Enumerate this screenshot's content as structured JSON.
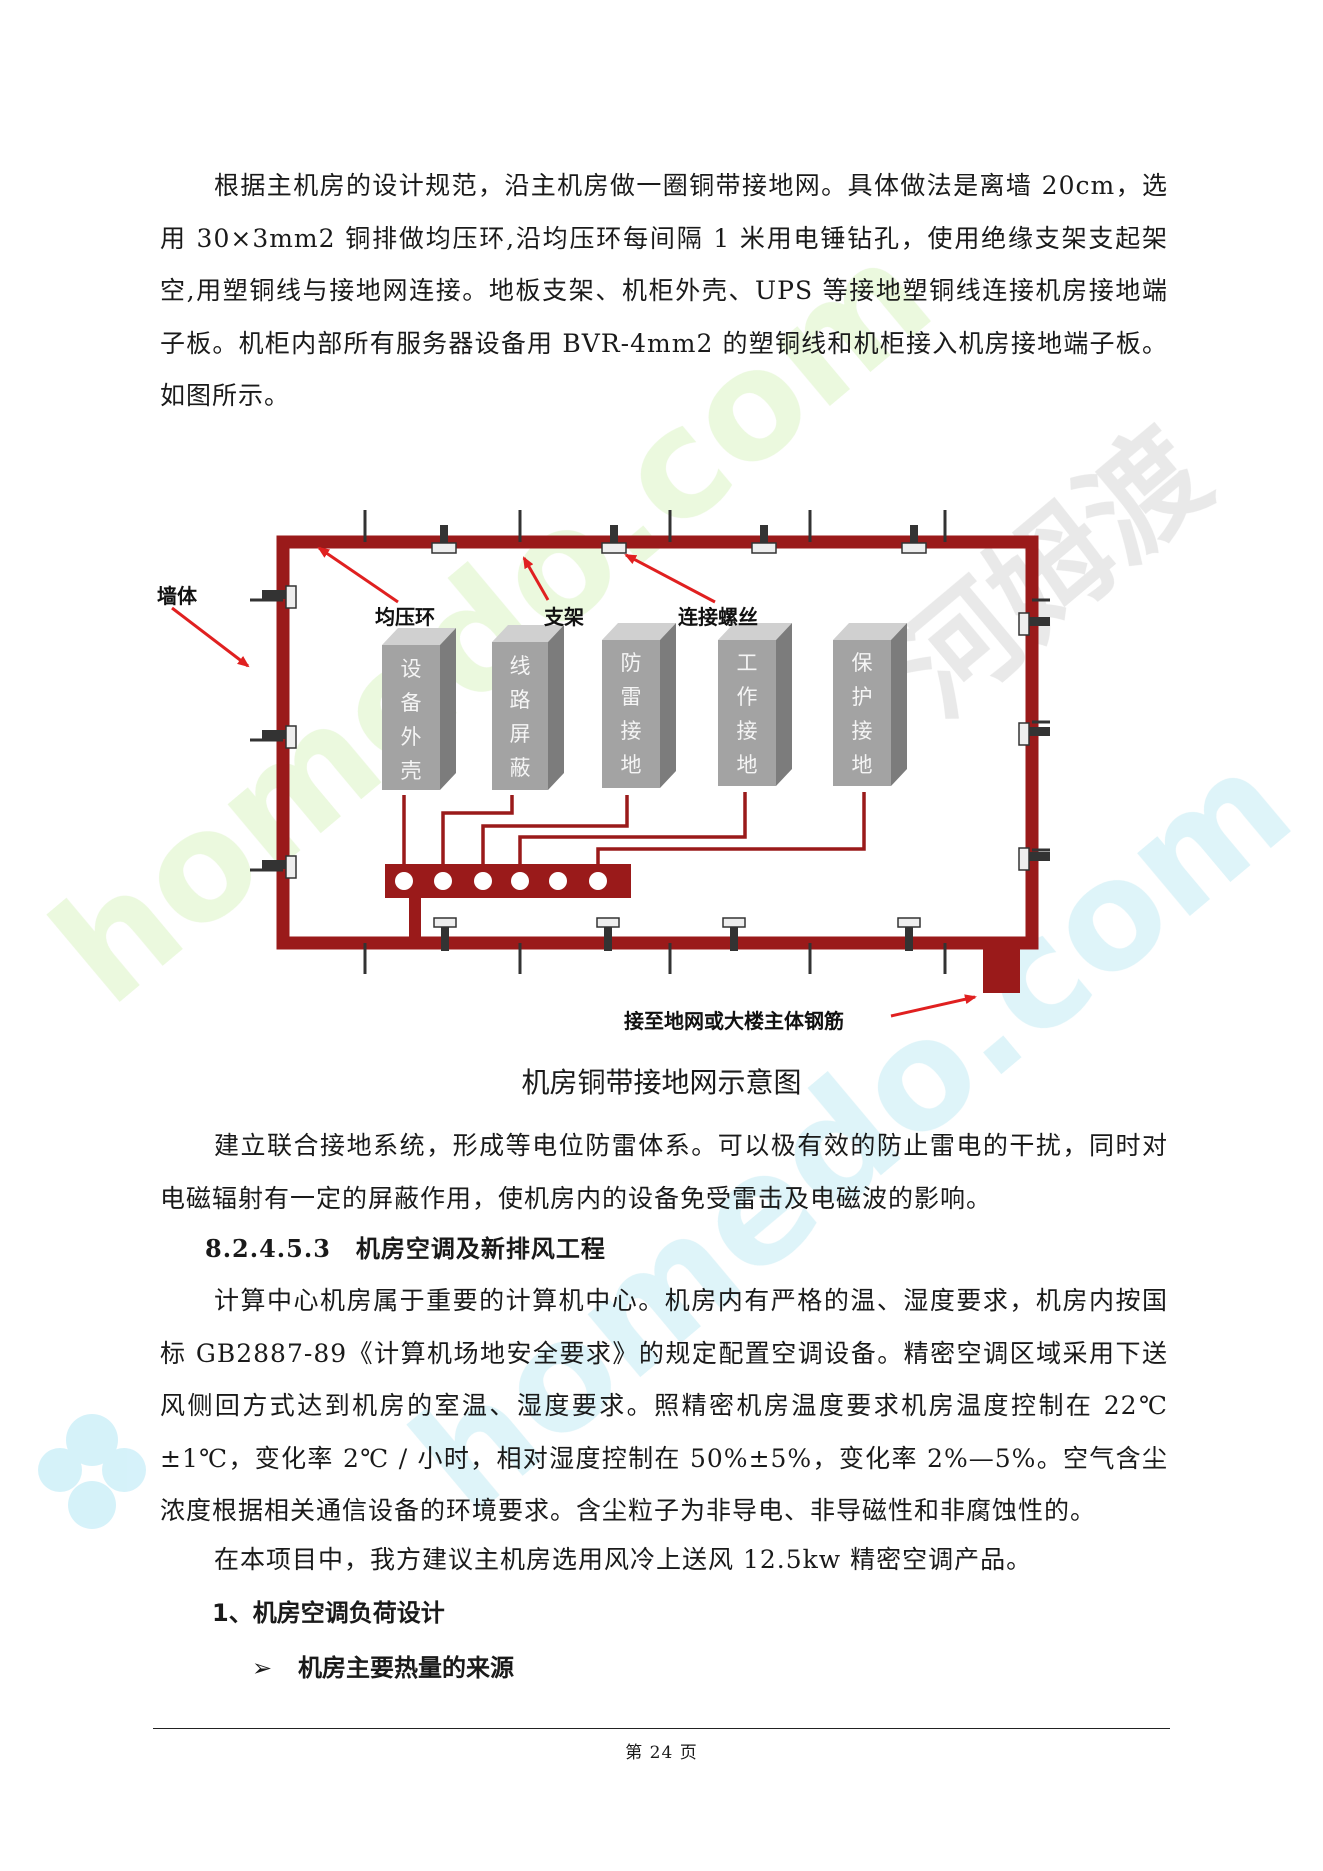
{
  "paragraphs": {
    "p1": "根据主机房的设计规范，沿主机房做一圈铜带接地网。具体做法是离墙 20cm，选用 30×3mm2 铜排做均压环,沿均压环每间隔 1 米用电锤钻孔，使用绝缘支架支起架空,用塑铜线与接地网连接。地板支架、机柜外壳、UPS 等接地塑铜线连接机房接地端子板。机柜内部所有服务器设备用 BVR-4mm2 的塑铜线和机柜接入机房接地端子板。如图所示。",
    "p2": "建立联合接地系统，形成等电位防雷体系。可以极有效的防止雷电的干扰，同时对电磁辐射有一定的屏蔽作用，使机房内的设备免受雷击及电磁波的影响。",
    "p3": "计算中心机房属于重要的计算机中心。机房内有严格的温、湿度要求，机房内按国标 GB2887-89《计算机场地安全要求》的规定配置空调设备。精密空调区域采用下送风侧回方式达到机房的室温、湿度要求。照精密机房温度要求机房温度控制在 22℃±1℃，变化率 2℃ / 小时，相对湿度控制在 50%±5%，变化率 2%—5%。空气含尘浓度根据相关通信设备的环境要求。含尘粒子为非导电、非导磁性和非腐蚀性的。",
    "p4": "在本项目中，我方建议主机房选用风冷上送风 12.5kw 精密空调产品。"
  },
  "section_heading": "8.2.4.5.3　机房空调及新排风工程",
  "subheading": "1、机房空调负荷设计",
  "bullet": {
    "mark": "➢",
    "text": "机房主要热量的来源"
  },
  "diagram": {
    "labels": {
      "wall": "墙体",
      "ring": "均压环",
      "bracket": "支架",
      "screw": "连接螺丝",
      "ground": "接至地网或大楼主体钢筋"
    },
    "boxes": [
      {
        "lines": [
          "设",
          "备",
          "外",
          "壳"
        ]
      },
      {
        "lines": [
          "线",
          "路",
          "屏",
          "蔽"
        ]
      },
      {
        "lines": [
          "防",
          "雷",
          "接",
          "地"
        ]
      },
      {
        "lines": [
          "工",
          "作",
          "接",
          "地"
        ]
      },
      {
        "lines": [
          "保",
          "护",
          "接",
          "地"
        ]
      }
    ],
    "colors": {
      "copper": "#9a1a1a",
      "box": "#a3a3a3",
      "arrow": "#e02020"
    }
  },
  "caption": "机房铜带接地网示意图",
  "footer": "第 24 页",
  "watermark": {
    "latin": "homedo.com",
    "chinese": "河姆渡"
  }
}
